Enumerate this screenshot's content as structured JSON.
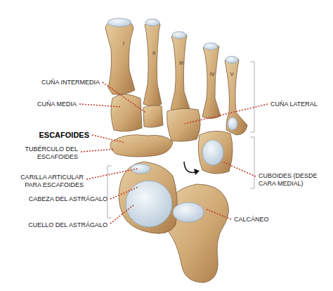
{
  "diagram": {
    "labels": [
      "I",
      "II",
      "III",
      "IV",
      "V",
      "CUÑA INTERMEDIA",
      "CUÑA MEDIA",
      "CUÑA LATERAL",
      "ESCAFOIDES",
      "TUBÉRCULO DEL ESCAFOIDES",
      "CUBOIDES (DESDE CARA MEDIAL)",
      "CARILLA ARTICULAR PARA ESCAFOIDES",
      "CABEZA DEL ASTRÁGALO",
      "CALCÁNEO",
      "CUELLO DEL ASTRÁGALO"
    ]
  }
}
